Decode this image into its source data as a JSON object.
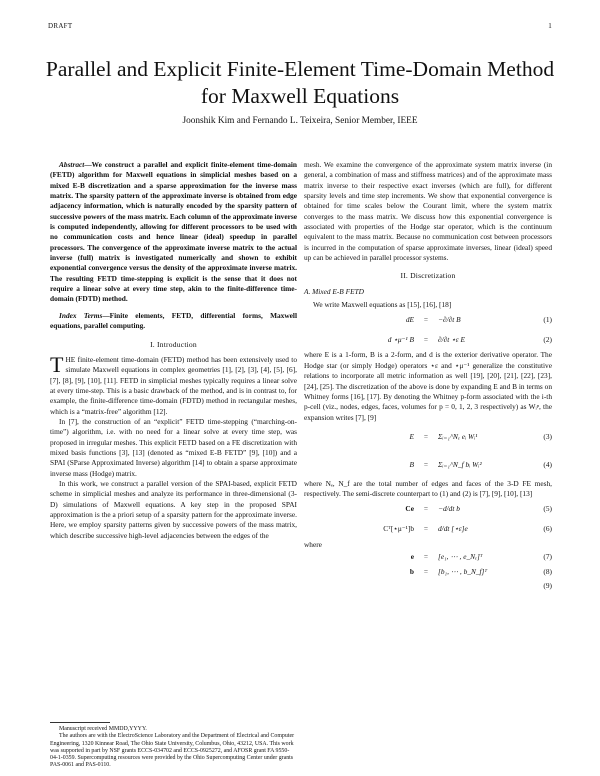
{
  "header": {
    "left": "DRAFT",
    "right": "1"
  },
  "title": "Parallel and Explicit Finite-Element Time-Domain Method for Maxwell Equations",
  "authors": "Joonshik Kim and Fernando L. Teixeira, Senior Member, IEEE",
  "abstract": {
    "label": "Abstract",
    "text": "—We construct a parallel and explicit finite-element time-domain (FETD) algorithm for Maxwell equations in simplicial meshes based on a mixed E-B discretization and a sparse approximation for the inverse mass matrix. The sparsity pattern of the approximate inverse is obtained from edge adjacency information, which is naturally encoded by the sparsity pattern of successive powers of the mass matrix. Each column of the approximate inverse is computed independently, allowing for different processors to be used with no communication costs and hence linear (ideal) speedup in parallel processors. The convergence of the approximate inverse matrix to the actual inverse (full) matrix is investigated numerically and shown to exhibit exponential convergence versus the density of the approximate inverse matrix. The resulting FETD time-stepping is explicit is the sense that it does not require a linear solve at every time step, akin to the finite-difference time-domain (FDTD) method."
  },
  "index_terms": {
    "label": "Index Terms",
    "text": "—Finite elements, FETD, differential forms, Maxwell equations, parallel computing."
  },
  "sections": {
    "intro": "I. Introduction",
    "disc": "II. Discretization",
    "disc_a": "A. Mixed E-B FETD"
  },
  "intro_p1_cap": "T",
  "intro_p1": "HE finite-element time-domain (FETD) method has been extensively used to simulate Maxwell equations in complex geometries [1], [2], [3], [4], [5], [6], [7], [8], [9], [10], [11]. FETD in simplicial meshes typically requires a linear solve at every time-step. This is a basic drawback of the method, and is in contrast to, for example, the finite-difference time-domain (FDTD) method in rectangular meshes, which is a “matrix-free” algorithm [12].",
  "intro_p2": "In [7], the construction of an “explicit” FETD time-stepping (“marching-on-time”) algorithm, i.e. with no need for a linear solve at every time step, was proposed in irregular meshes. This explicit FETD based on a FE discretization with mixed basis functions [3], [13] (denoted as “mixed E-B FETD” [9], [10]) and a SPAI (SParse Approximated Inverse) algorithm [14] to obtain a sparse approximate inverse mass (Hodge) matrix.",
  "intro_p3": "In this work, we construct a parallel version of the SPAI-based, explicit FETD scheme in simplicial meshes and analyze its performance in three-dimensional (3-D) simulations of Maxwell equations. A key step in the proposed SPAI approximation is the a priori setup of a sparsity pattern for the approximate inverse. Here, we employ sparsity patterns given by successive powers of the mass matrix, which describe successive high-level adjacencies between the edges of the",
  "right_p1": "mesh. We examine the convergence of the approximate system matrix inverse (in general, a combination of mass and stiffness matrices) and of the approximate mass matrix inverse to their respective exact inverses (which are full), for different sparsity levels and time step increments. We show that exponential convergence is obtained for time scales below the Courant limit, where the system matrix converges to the mass matrix. We discuss how this exponential convergence is associated with properties of the Hodge star operator, which is the continuum equivalent to the mass matrix. Because no communication cost between processors is incurred in the computation of sparse approximate inverses, linear (ideal) speed up can be achieved in parallel processor systems.",
  "disc_p1": "We write Maxwell equations as [15], [16], [18]",
  "eq1": {
    "lhs": "dE",
    "mid": "=",
    "rhs": "−∂/∂t B",
    "num": "(1)"
  },
  "eq2": {
    "lhs": "d ⋆μ⁻¹ B",
    "mid": "=",
    "rhs": "∂/∂t ⋆ε E",
    "num": "(2)"
  },
  "disc_p2": "where E is a 1-form, B is a 2-form, and d is the exterior derivative operator. The Hodge star (or simply Hodge) operators ⋆ε and ⋆μ⁻¹ generalize the constitutive relations to incorporate all metric information as well [19], [20], [21], [22], [23], [24], [25]. The discretization of the above is done by expanding E and B in terms on Whitney forms [16], [17]. By denoting the Whitney p-form associated with the i-th p-cell (viz., nodes, edges, faces, volumes for p = 0, 1, 2, 3 respectively) as Wᵢᵖ, the expansion writes [7], [9]",
  "eq3": {
    "lhs": "E",
    "mid": "=",
    "rhs": "Σᵢ₌₁^Nₑ eᵢ Wᵢ¹",
    "num": "(3)"
  },
  "eq4": {
    "lhs": "B",
    "mid": "=",
    "rhs": "Σᵢ₌₁^N_f bᵢ Wᵢ²",
    "num": "(4)"
  },
  "disc_p3": "where Nₑ, N_f are the total number of edges and faces of the 3-D FE mesh, respectively. The semi-discrete counterpart to (1) and (2) is [7], [9], [10], [13]",
  "eq5": {
    "lhs": "Ce",
    "mid": "=",
    "rhs": "−d/dt b",
    "num": "(5)"
  },
  "eq6": {
    "lhs": "Cᵀ[⋆μ⁻¹]b",
    "mid": "=",
    "rhs": "d/dt [⋆ε]e",
    "num": "(6)"
  },
  "where": "where",
  "eq7": {
    "lhs": "e",
    "mid": "=",
    "rhs": "[e₁, ⋯ , e_Nₑ]ᵀ",
    "num": "(7)"
  },
  "eq8": {
    "lhs": "b",
    "mid": "=",
    "rhs": "[b₁, ⋯ , b_N_f]ᵀ",
    "num": "(8)"
  },
  "eq9": {
    "num": "(9)"
  },
  "footnote": {
    "received": "Manuscript received MMDD,YYYY.",
    "text": "The authors are with the ElectroScience Laboratory and the Department of Electrical and Computer Engineering, 1320 Kinnear Road, The Ohio State University, Columbus, Ohio, 43212, USA. This work was supported in part by NSF grants ECCS-034702 and ECCS-0925272, and AFOSR grant FA 9550-04-1-0359. Supercomputing resources were provided by the Ohio Supercomputing Center under grants PAS-0061 and PAS-0110."
  }
}
